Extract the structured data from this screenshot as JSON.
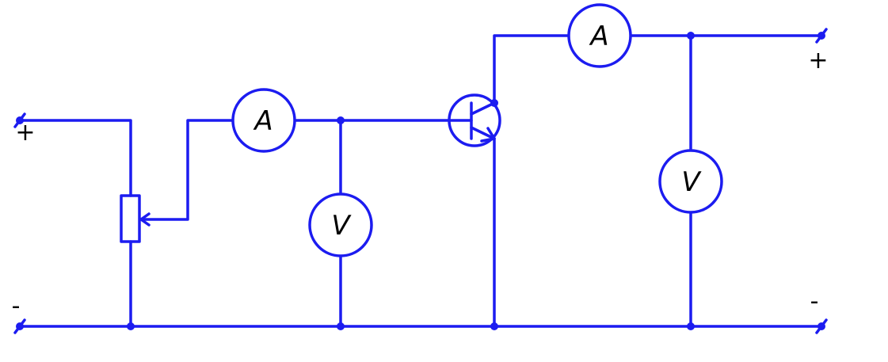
{
  "colors": {
    "wire": "#1c1cf0",
    "text": "#000000",
    "background": "#ffffff"
  },
  "terminals": {
    "input_plus": "+",
    "input_minus": "-",
    "output_plus": "+",
    "output_minus": "-"
  },
  "meters": {
    "input_ammeter": "A",
    "input_voltmeter": "V",
    "output_ammeter": "A",
    "output_voltmeter": "V"
  },
  "components": [
    "potentiometer",
    "npn-transistor",
    "ammeter",
    "voltmeter"
  ]
}
